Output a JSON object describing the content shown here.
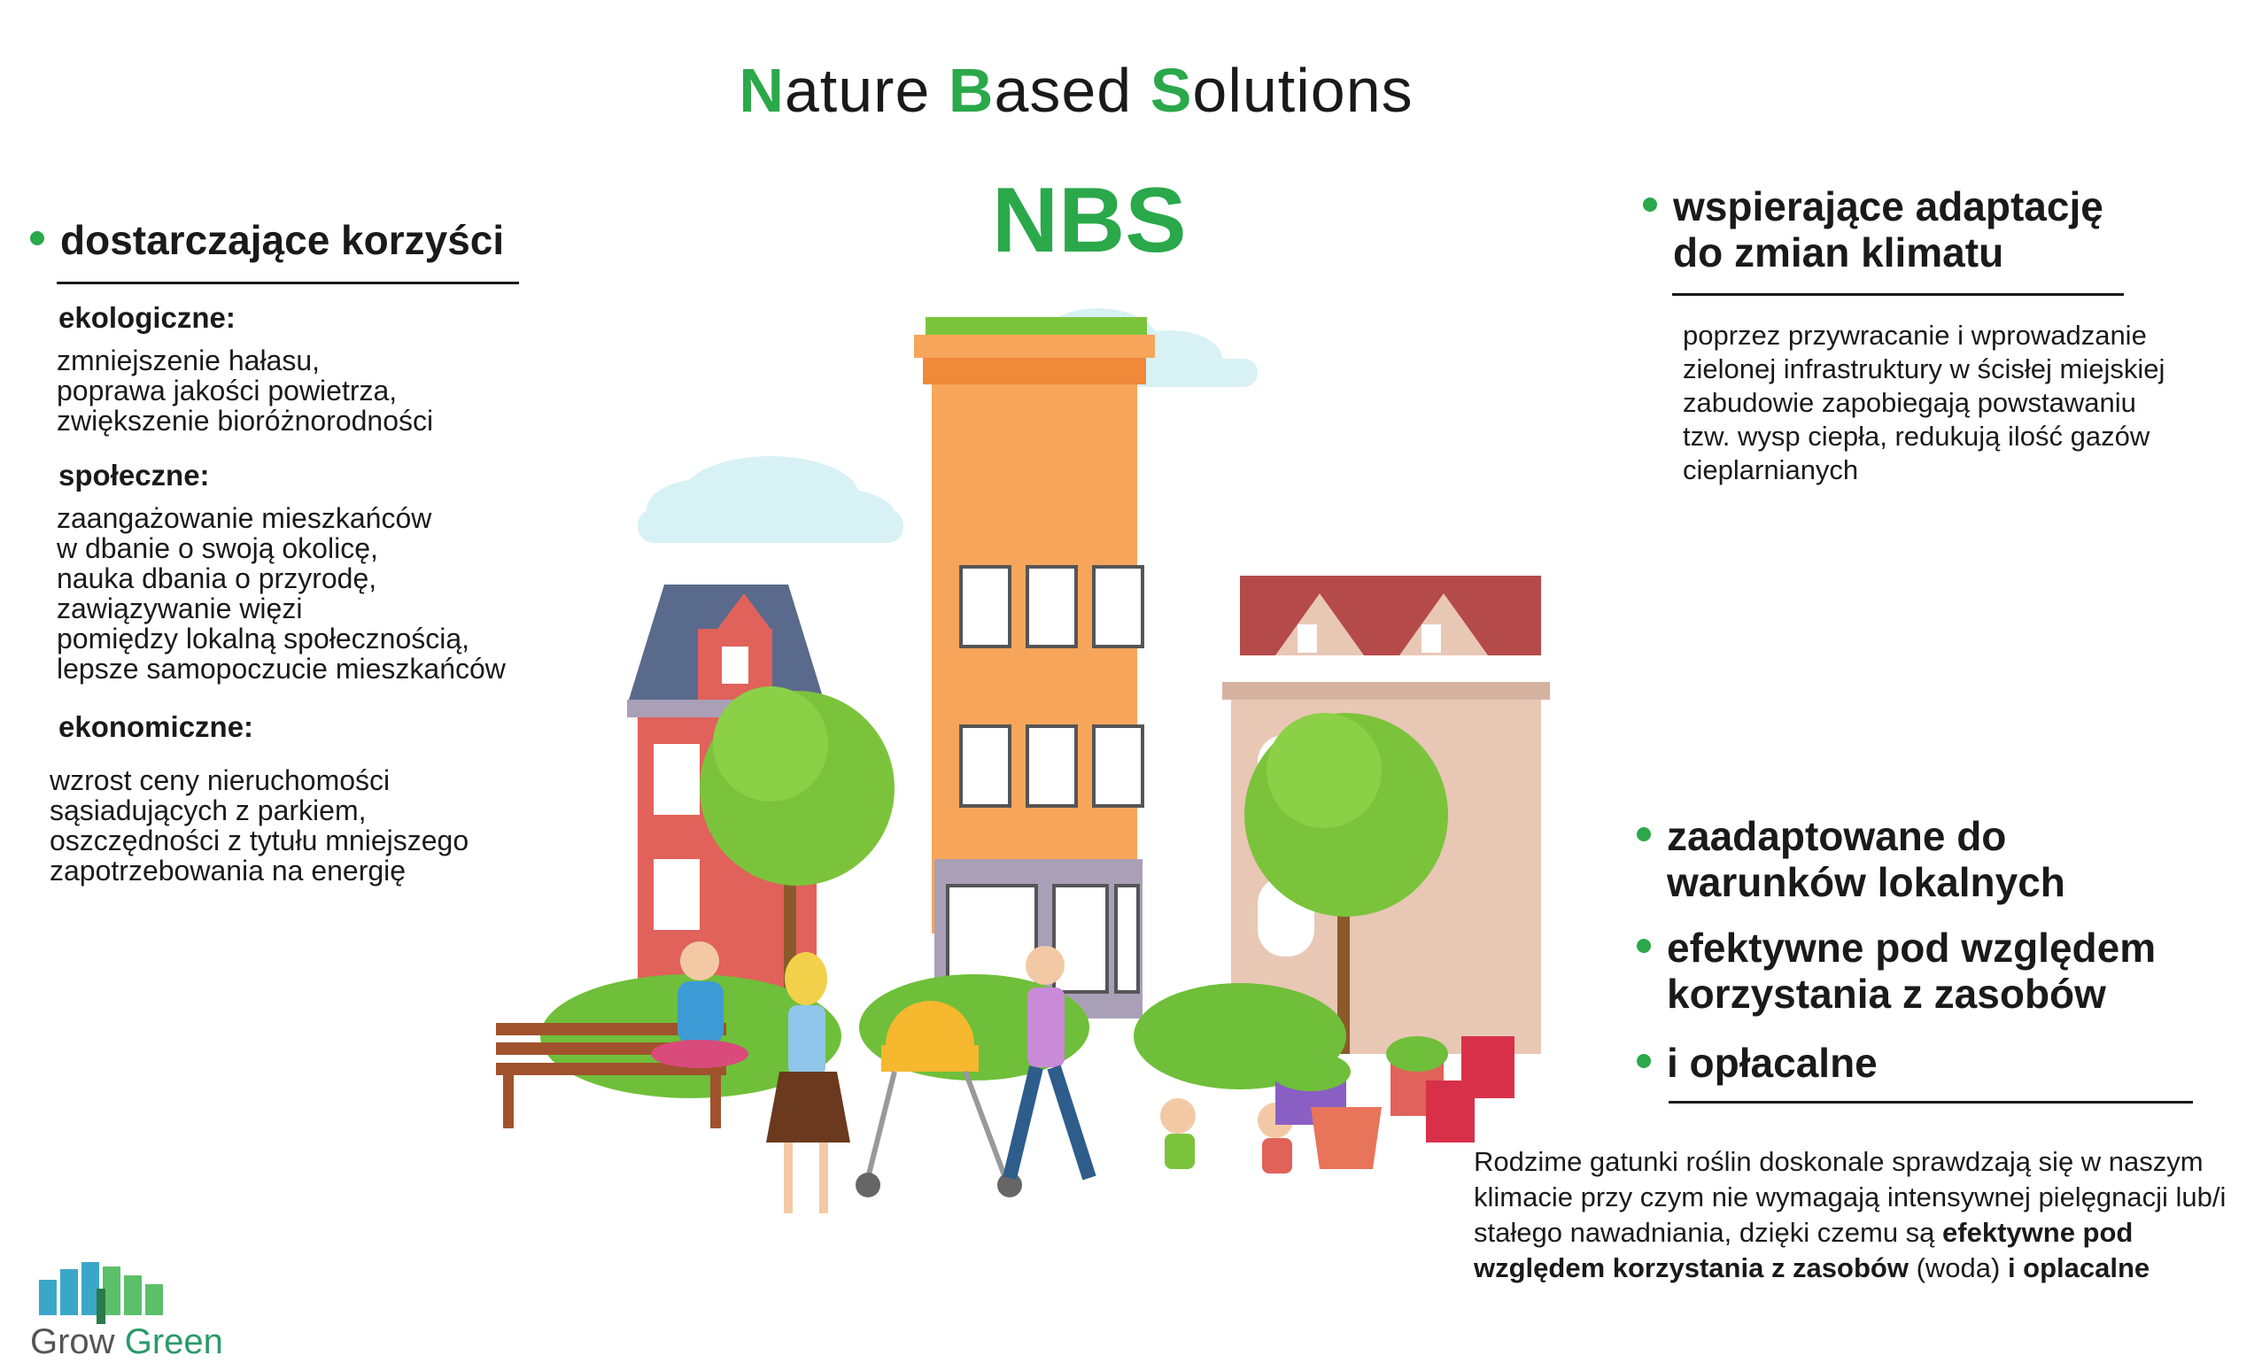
{
  "title": {
    "parts": [
      {
        "cap": "N",
        "rest": "ature "
      },
      {
        "cap": "B",
        "rest": "ased "
      },
      {
        "cap": "S",
        "rest": "olutions"
      }
    ]
  },
  "acronym": "NBS",
  "left": {
    "heading": "dostarczające korzyści",
    "sections": [
      {
        "label": "ekologiczne:",
        "text": "zmniejszenie hałasu,\npoprawa jakości powietrza,\nzwiększenie bioróżnorodności"
      },
      {
        "label": "społeczne:",
        "text": "zaangażowanie mieszkańców\nw dbanie o swoją okolicę,\nnauka dbania o przyrodę,\nzawiązywanie więzi\npomiędzy lokalną społecznością,\nlepsze samopoczucie mieszkańców"
      },
      {
        "label": "ekonomiczne:",
        "text": "wzrost ceny nieruchomości\nsąsiadujących z parkiem,\noszczędności z tytułu mniejszego\nzapotrzebowania na energię"
      }
    ]
  },
  "right_top": {
    "heading_line1": "wspierające adaptację",
    "heading_line2": "do zmian klimatu",
    "text": "poprzez przywracanie i wprowadzanie\nzielonej infrastruktury w ścisłej miejskiej\nzabudowie zapobiegają powstawaniu\ntzw. wysp ciepła, redukują ilość gazów\ncieplarnianych"
  },
  "right_bottom": {
    "items": [
      {
        "line1": "zaadaptowane do",
        "line2": "warunków lokalnych"
      },
      {
        "line1": "efektywne pod względem",
        "line2": "korzystania z zasobów"
      },
      {
        "line1": "i opłacalne",
        "line2": ""
      }
    ],
    "paragraph_plain1": "Rodzime gatunki roślin doskonale sprawdzają się w naszym klimacie przy czym nie wymagają intensywnej pielęgnacji lub/i stałego nawadniania, dzięki czemu są ",
    "paragraph_bold1": "efektywne pod względem korzystania z zasobów",
    "paragraph_plain2": " (woda) ",
    "paragraph_bold2": "i oplacalne"
  },
  "logo": {
    "word1": "Grow",
    "word2": "Green"
  },
  "colors": {
    "accent": "#2aa84a",
    "orange_building": "#f7a55a",
    "red_building": "#e0625a",
    "roof_blue": "#5a6a8c",
    "roof_red": "#b54a4a",
    "beige_building": "#e8c7b5",
    "tree": "#7cc33c",
    "cloud": "#d8f1f4"
  },
  "icons": [
    "tree-logo-icon",
    "city-illustration"
  ]
}
